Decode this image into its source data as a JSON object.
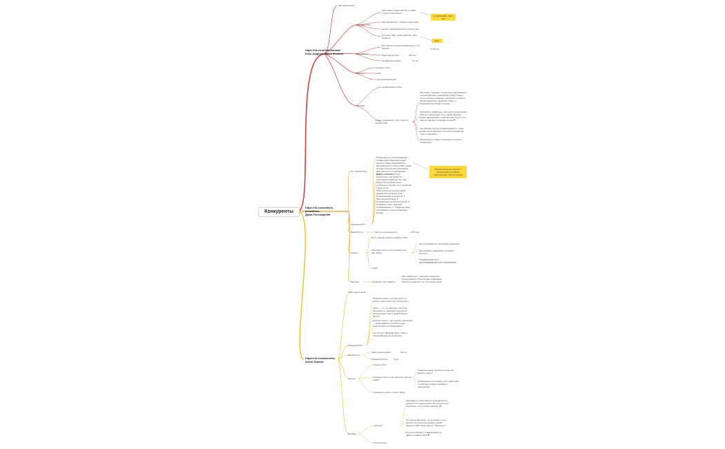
{
  "root": "Конкуренты",
  "branches": [
    {
      "hub": [
        "https://vk.com/fokinacoach",
        "Коуч-подруга Маша Фокина"
      ],
      "color": "#e03a3a",
      "nodes": {
        "subs": "460 подписчиков",
        "desc": "Описание/УТП",
        "d1": "адаптация в новых местах и новом статусе в эмиграции",
        "d2": "Как разобраться - Новый в эмиграции",
        "d3": "оценка трансформации в этих местах",
        "d4": "Коуч ICC, 900+ часов практики, 200+ клиентов",
        "price": "Мини/Услуги",
        "p1": "Бесплатная стратсессия/встреча 2, 3, 4 месяца",
        "p1v": "от 50 тыс",
        "p2": "Пакетная встреча",
        "p2v": "150 тыс",
        "p3": "онлайн-встреча/чат",
        "p3v": "8 тыс",
        "cont": "Контент",
        "c1": "полезные посты",
        "c2": "о себе",
        "c3": "о услугах/продающий",
        "ads": "Реклама",
        "a1": "продвигаемые посты",
        "a2": "только \"разморозка\" сети, посты в сообществах",
        "r1": "Как узнать, подходит ли мне коуч и вписывается ли в моё время и требования к нему? Пишут посты, которые помогают определить подход и ICF-методологию, где можно узнать и познакомиться ближе с коучем",
        "r2": "Как найти и правильно с ним делиться во время работы в эмиграции? Что и каким образом можно рассказывать, когда вы пишете блог или ведете практику. Описание сессии ❤",
        "r3": "Как выбрать коуча и в каком варианте, чтобы удобно было работать и не тратить время на отказ от формата",
        "r4": "Обсуждение и ответы на вопросы в личных сообщениях",
        "tag1": "не раскрывает пакет все",
        "tag2": "(нет)"
      }
    },
    {
      "hub": [
        "https://vk.com/dasha__",
        "perkratova",
        "Даша Пономарёва"
      ],
      "color": "#f0a93a",
      "nodes": {
        "subs": "1К+ подписчиков",
        "desc": "Описание/УТП",
        "d1": "Путеводитель и сопровождение — создаю свой образовательный проект в сфере саморазвития. Методика взята с более 2000 людей, которые прошли мои программы. Даю результат и сопровождаю каждого клиента.",
        "d2": "Даша — настоящий коуч-консультант, она является настоящим примером того, как можно быть в своём деле успешным, и делает это с улыбкой и открытостью.",
        "d3": "Работа коуча в четырёх шагах: первая консультация, план, сопровождение и результат. 1. Бесплатная встреча; 2. Определение целей и ресурсов; 3. Создание плана, действия, сопровождение; 4. Обратная связь, рефлексия и план на 6 месяцев вперёд.",
        "price": "Мини/Услуги",
        "p1": "Курс для осознанности",
        "p1v": "от 50 тыс",
        "cont": "Контент",
        "c1": "Пост, помощь, вопрос-подарок, опрос",
        "c2": "полезные посты по актуальным для неё темам",
        "c2a": "Как преобразиться, проблемы в карьере?",
        "c2b": "Как управлять временем и успевать больше?",
        "c2c": "ТОЛЕРАНТНОСТЬ К НЕОПРЕДЕЛЁННОСТИ И КРИЗИСАМ",
        "c3": "о себе",
        "ads": "Реклама",
        "a1": "продвигает пост/заметку",
        "a1v": "Как справиться с тревогой и научиться жить в моменте? Бесплатная тренировка, 3 простых шага для тех, кто только начал",
        "box": "Мнение клиентов, контент с результатами по работе, консультации, мастер-классы"
      }
    },
    {
      "hub": [
        "https://vk.com/alexeila",
        "Алекс Кризис"
      ],
      "color": "#f0c43a",
      "nodes": {
        "subs": "1066 подписчиков",
        "desc": "Описание/УТП",
        "d1": "Помогаю понять, чего вы хотите от жизни, и выстроить путь к результату",
        "d2": "Здесь — то, что работает: быстрые инструменты, практика и результат, который видно уже в первый месяц работы",
        "d3": "Если вы ищете, с чего начать изменения, — записывайтесь на бесплатную консультацию и познакомимся.",
        "d4": "Что после? Обратная связь, план и сопровождение до результата",
        "price": "Мини/Услуги",
        "p1": "Пакет консультаций",
        "p1v": "40 тыс",
        "p2": "Разовая встреча",
        "p2v": "8 тыс",
        "cont": "Контент",
        "c1": "личные посты",
        "c2": "полезные посты по актуальным для нее темам",
        "c2a": "Самая выгодная сделка для клиента: время и деньги",
        "c2b": "Правильные инструменты для самой себя и практика, которая приведёт к изменениям",
        "c3": "продающие посты, сторис, кейсы",
        "ads": "Реклама",
        "a1": "таргетинг",
        "r1": "Как изменить свою жизнь и куда двигаться дальше? Что надо сделать для результата? Объясняю, что и почему работает ❤",
        "r2": "Ты хочешь большего, но не знаешь с чего начать? Что если попробовать новый подход и найти свою дорогу? Приходи ✦",
        "r3": "Я в этом поможет с изменениями и в работе с самой собой ❤",
        "a2": "Посты в сетях"
      }
    }
  ]
}
